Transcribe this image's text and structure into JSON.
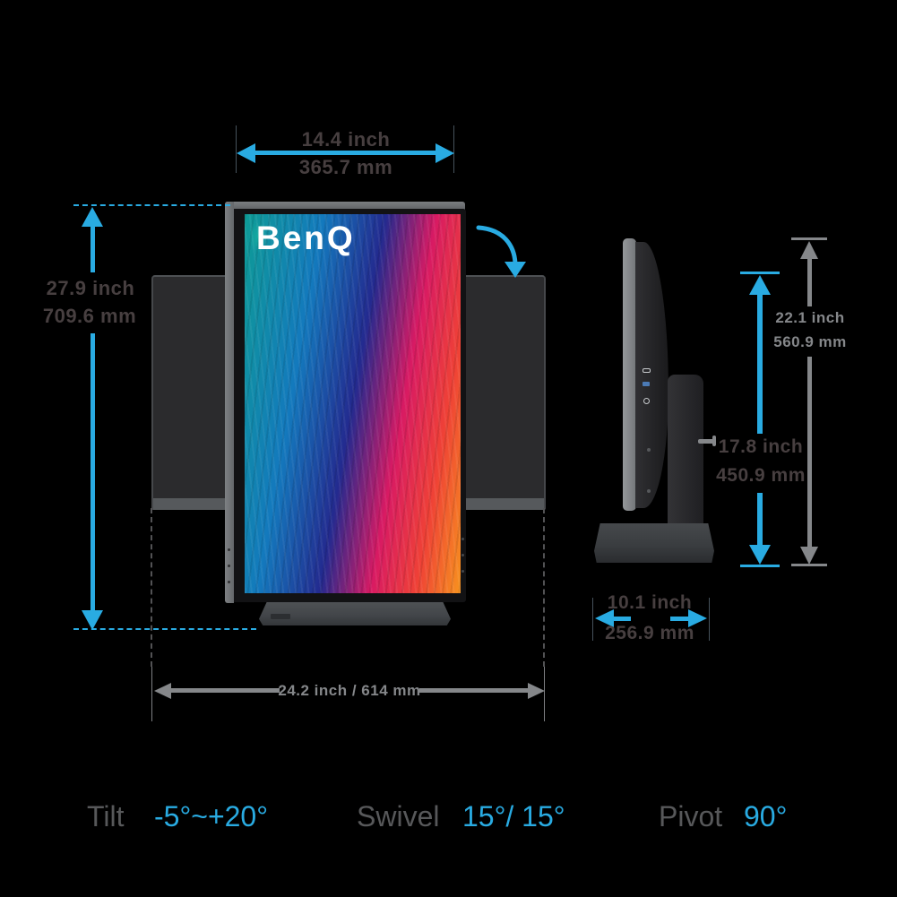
{
  "logo_text": "BenQ",
  "colors": {
    "accent_cyan": "#29abe2",
    "dimension_gray": "#85878a",
    "dimension_dark_text": "#473f40",
    "feature_label_gray": "#57585a"
  },
  "dimensions": {
    "width_top": {
      "inch": "14.4 inch",
      "mm": "365.7 mm"
    },
    "height_left": {
      "inch": "27.9 inch",
      "mm": "709.6 mm"
    },
    "width_bottom": "24.2 inch / 614 mm",
    "height_total_side": {
      "inch": "22.1 inch",
      "mm": "560.9 mm"
    },
    "height_stand_side": {
      "inch": "17.8 inch",
      "mm": "450.9 mm"
    },
    "depth_base": {
      "inch": "10.1 inch",
      "mm": "256.9 mm"
    }
  },
  "features": {
    "tilt": {
      "label": "Tilt",
      "value": "-5°~+20°"
    },
    "swivel": {
      "label": "Swivel",
      "value": "15°/ 15°"
    },
    "pivot": {
      "label": "Pivot",
      "value": "90°"
    }
  }
}
